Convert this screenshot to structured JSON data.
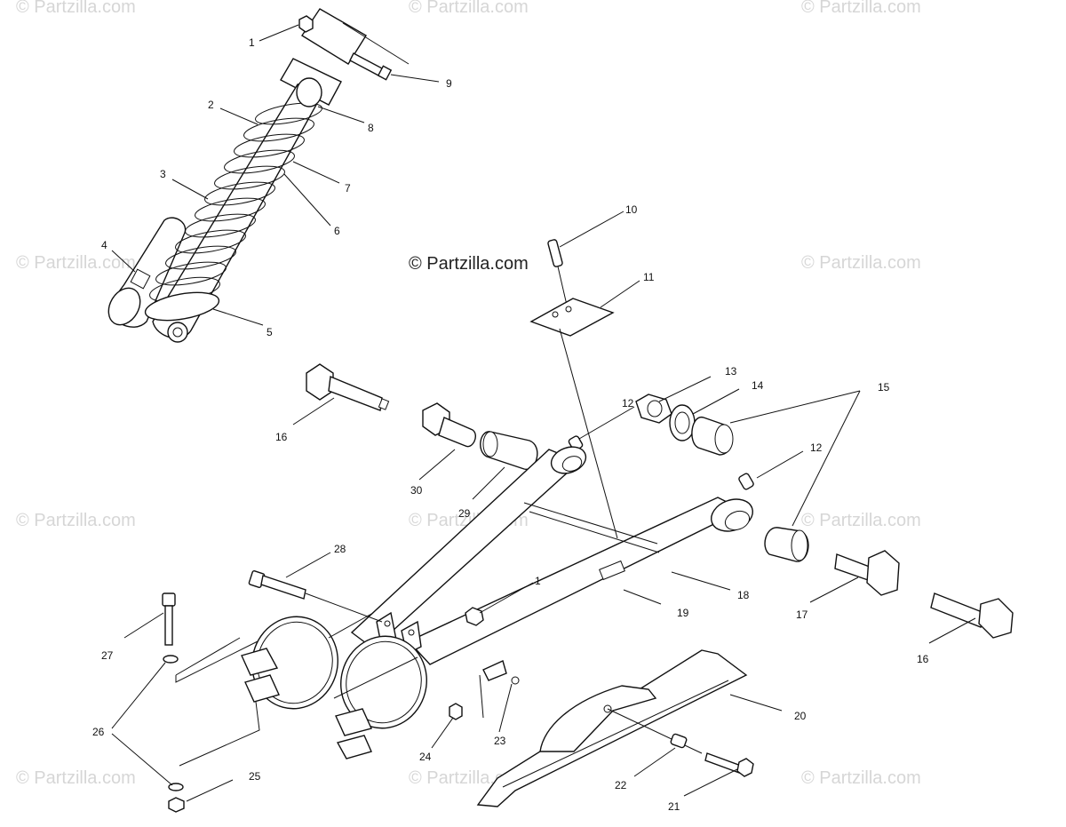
{
  "watermarks": {
    "main": "© Partzilla.com",
    "faint": "© Partzilla.com"
  },
  "callouts": [
    "1",
    "2",
    "3",
    "4",
    "5",
    "6",
    "7",
    "8",
    "9",
    "10",
    "11",
    "12",
    "13",
    "14",
    "15",
    "16",
    "17",
    "18",
    "19",
    "20",
    "21",
    "22",
    "23",
    "24",
    "25",
    "26",
    "27",
    "28",
    "29",
    "30"
  ],
  "colors": {
    "line": "#111111",
    "watermark": "#d6d6d6",
    "background": "#ffffff"
  }
}
